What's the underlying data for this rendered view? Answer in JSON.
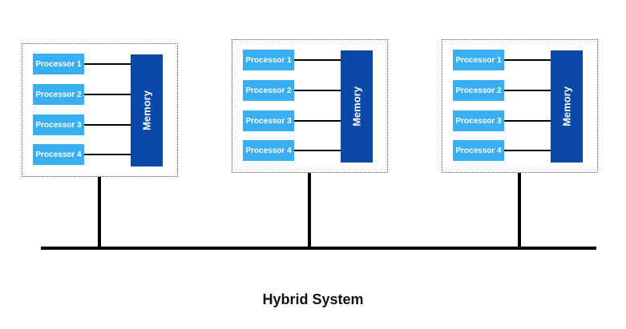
{
  "caption": "Hybrid System",
  "colors": {
    "processor": "#3aaef2",
    "memory": "#0a49a8",
    "border": "#1f5fa0",
    "bus": "#000000"
  },
  "nodes": [
    {
      "processors": [
        "Processor 1",
        "Processor 2",
        "Processor 3",
        "Processor 4"
      ],
      "memory_label": "Memory"
    },
    {
      "processors": [
        "Processor 1",
        "Processor 2",
        "Processor 3",
        "Processor 4"
      ],
      "memory_label": "Memory"
    },
    {
      "processors": [
        "Processor 1",
        "Processor 2",
        "Processor 3",
        "Processor 4"
      ],
      "memory_label": "Memory"
    }
  ]
}
